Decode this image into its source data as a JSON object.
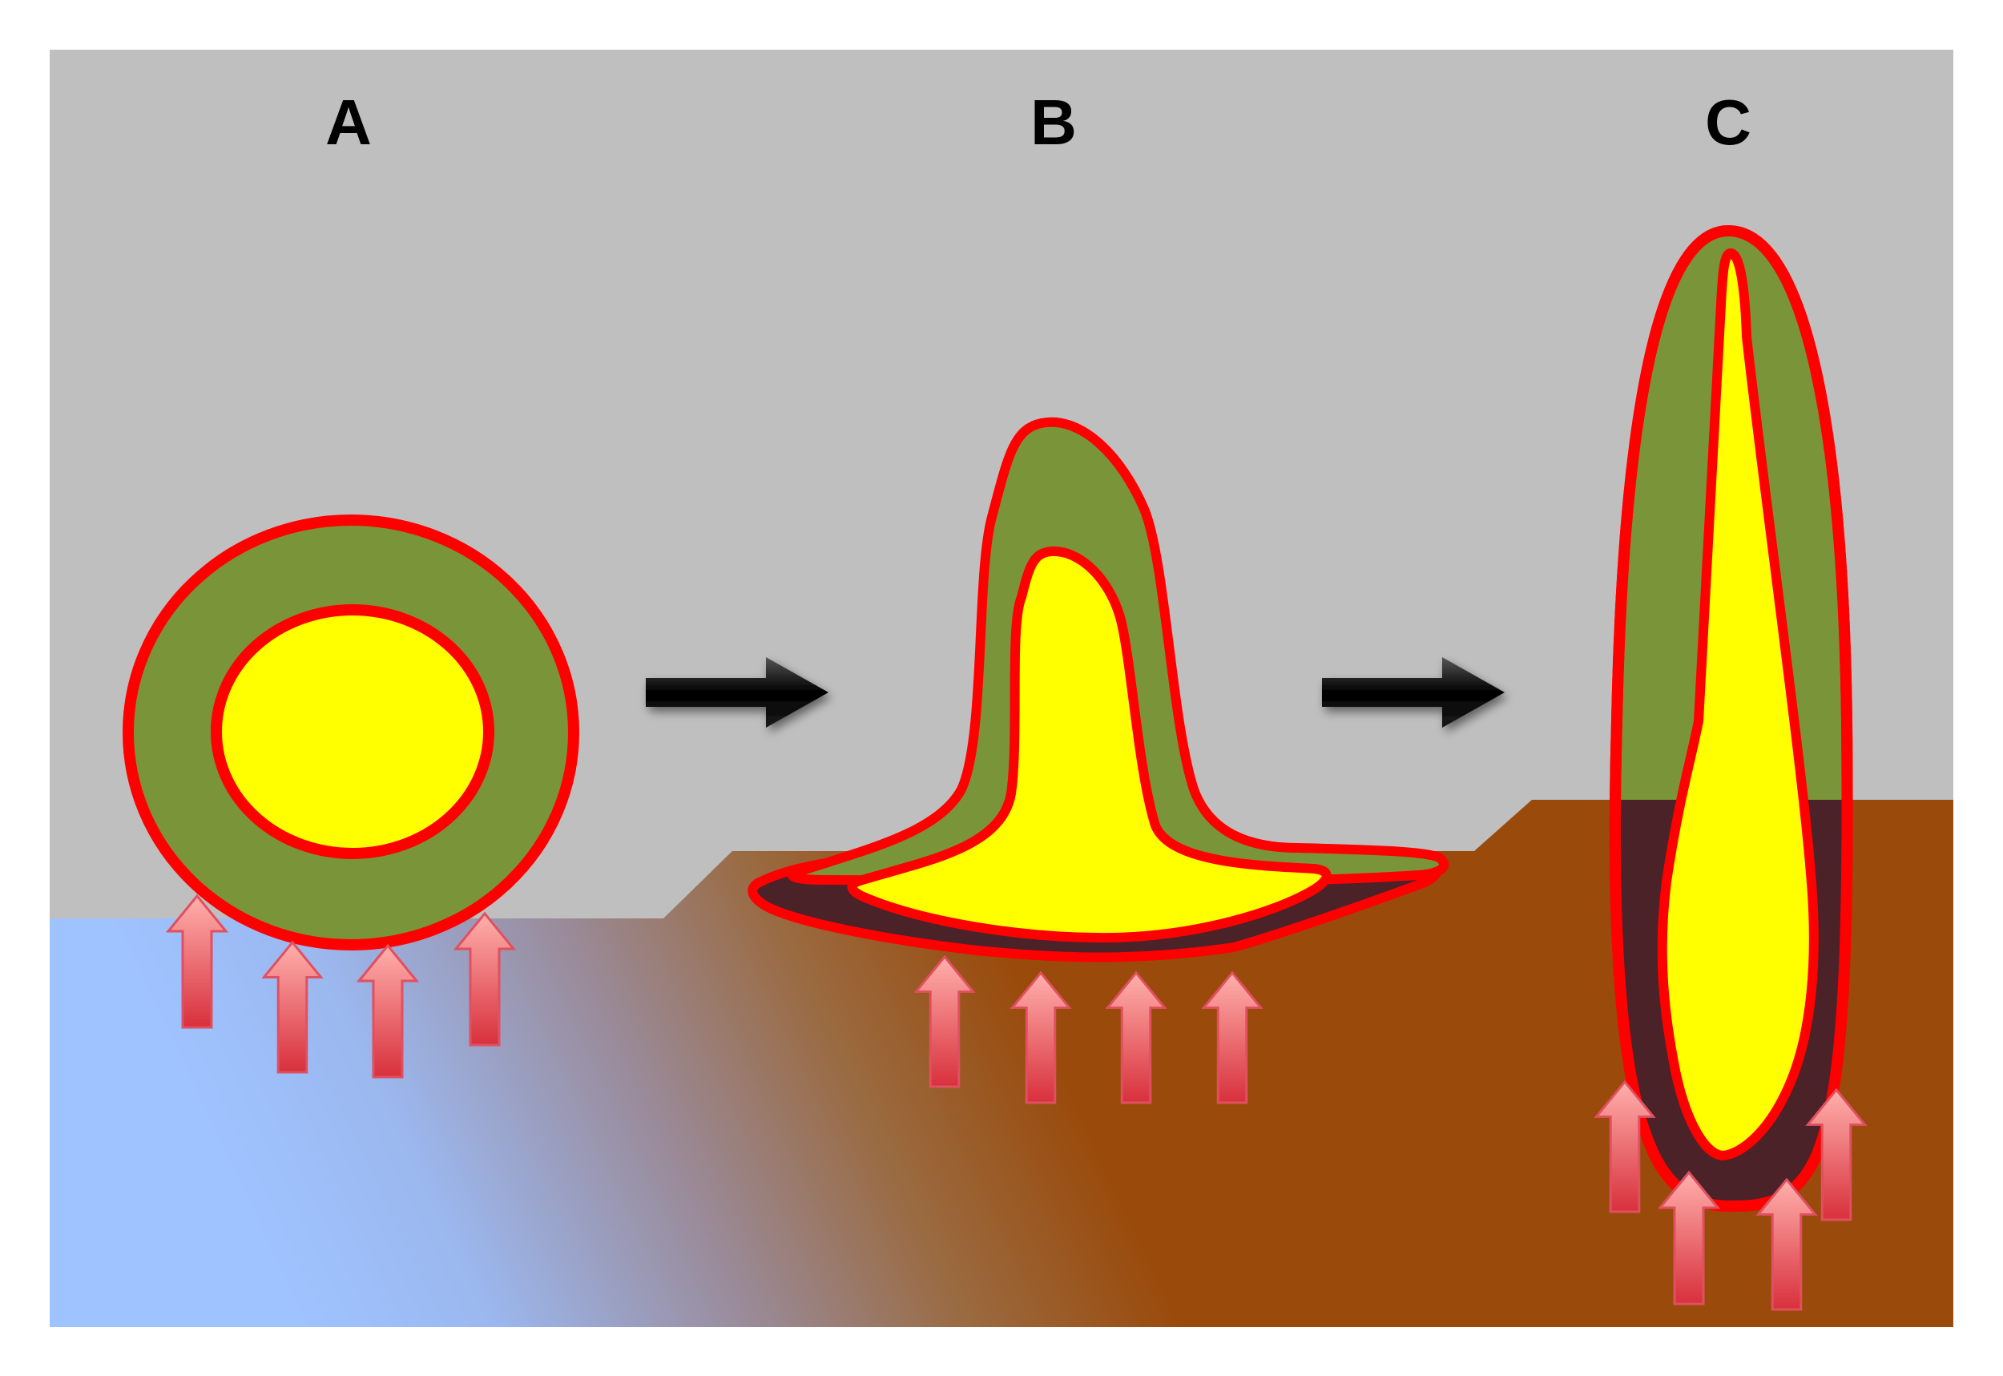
{
  "labels": {
    "a": "A",
    "b": "B",
    "c": "C"
  },
  "colors": {
    "background": "#bfbfbf",
    "outer_layer": "#7a943a",
    "inner_core": "#ffff00",
    "outline": "#ff0000",
    "dark_layer": "#4a2228",
    "ground_water": "#9fc3ff",
    "ground_soil": "#9a4a0a",
    "process_arrow": "#111111",
    "heat_arrow": "#e04a55"
  }
}
